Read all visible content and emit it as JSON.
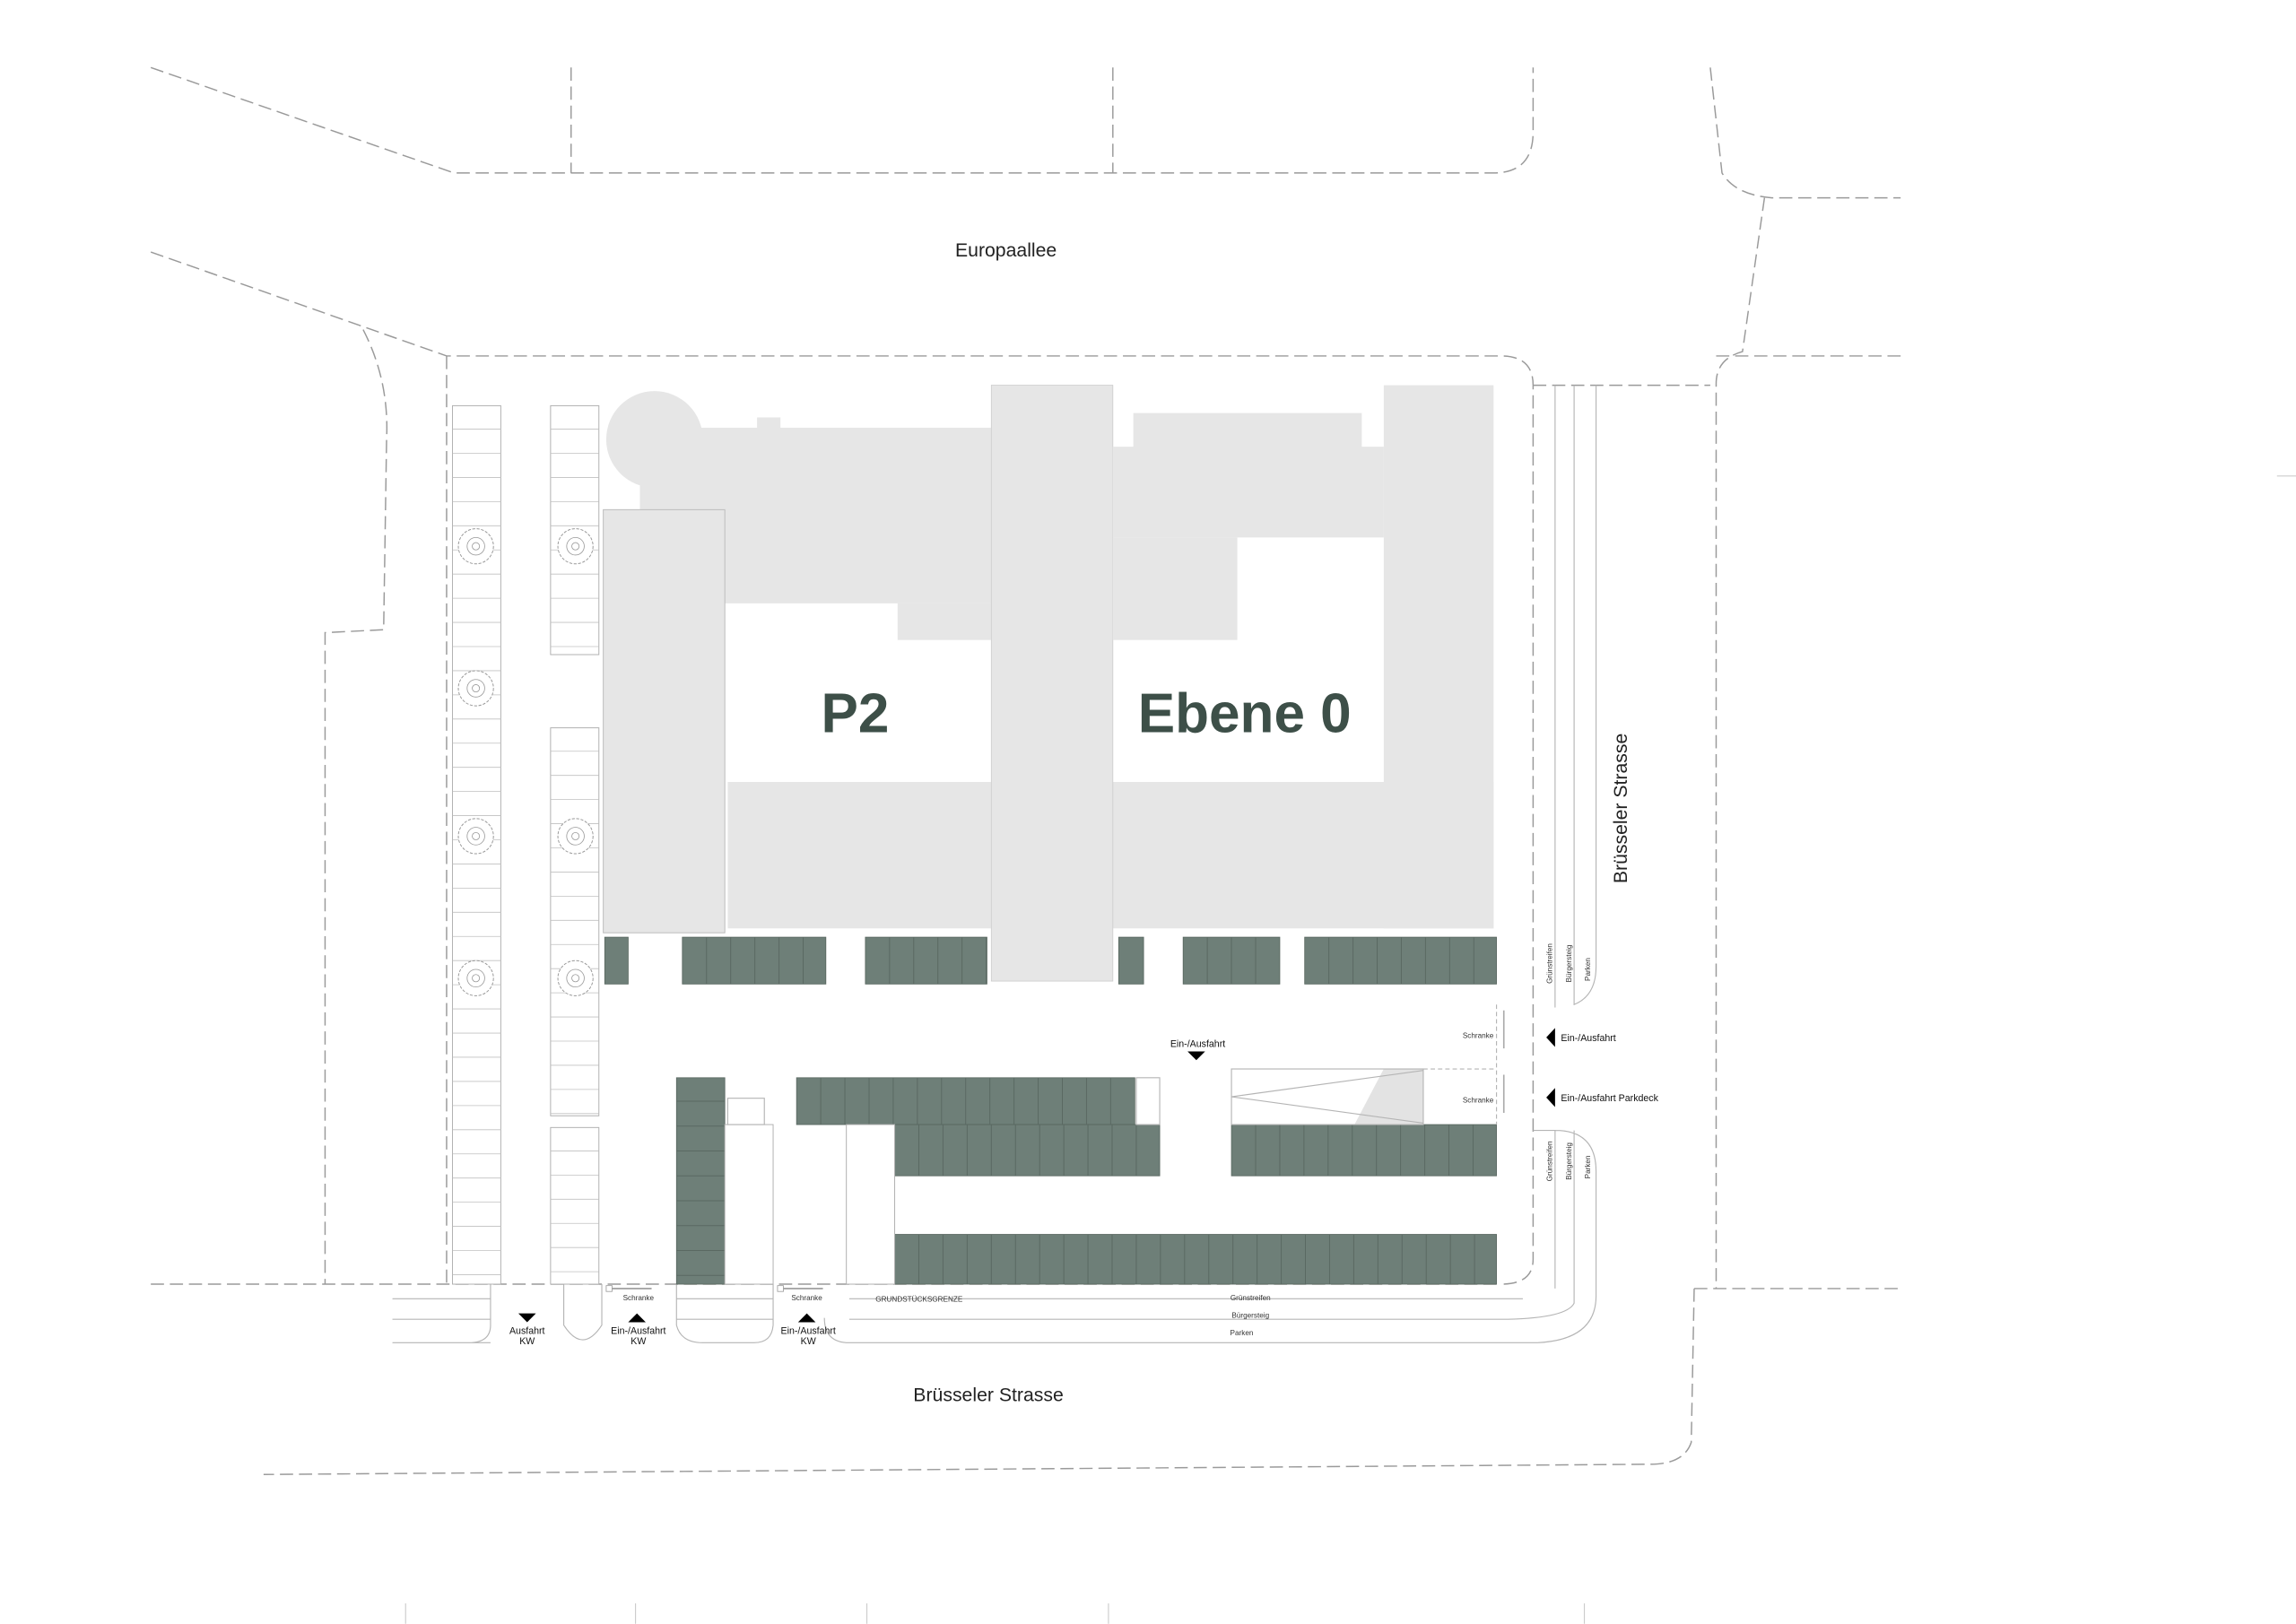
{
  "streets": {
    "north": "Europaallee",
    "east": "Brüsseler Strasse",
    "south": "Brüsseler Strasse"
  },
  "title": {
    "part1": "P2",
    "part2": "Ebene 0"
  },
  "entrances": {
    "south_exit": [
      "Ausfahrt",
      "KW"
    ],
    "south_entry1": [
      "Ein-/Ausfahrt",
      "KW"
    ],
    "south_entry2": [
      "Ein-/Ausfahrt",
      "KW"
    ],
    "inner": "Ein-/Ausfahrt",
    "east_entry": "Ein-/Ausfahrt",
    "east_parkdeck": "Ein-/Ausfahrt Parkdeck"
  },
  "barrier_label": "Schranke",
  "property_line": "GRUNDSTÜCKSGRENZE",
  "street_strips": {
    "green": "Grünstreifen",
    "sidewalk": "Bürgersteig",
    "parking": "Parken"
  },
  "colors": {
    "parking": "#6e7f78",
    "building": "#e6e6e6",
    "title": "#3d4f48"
  }
}
